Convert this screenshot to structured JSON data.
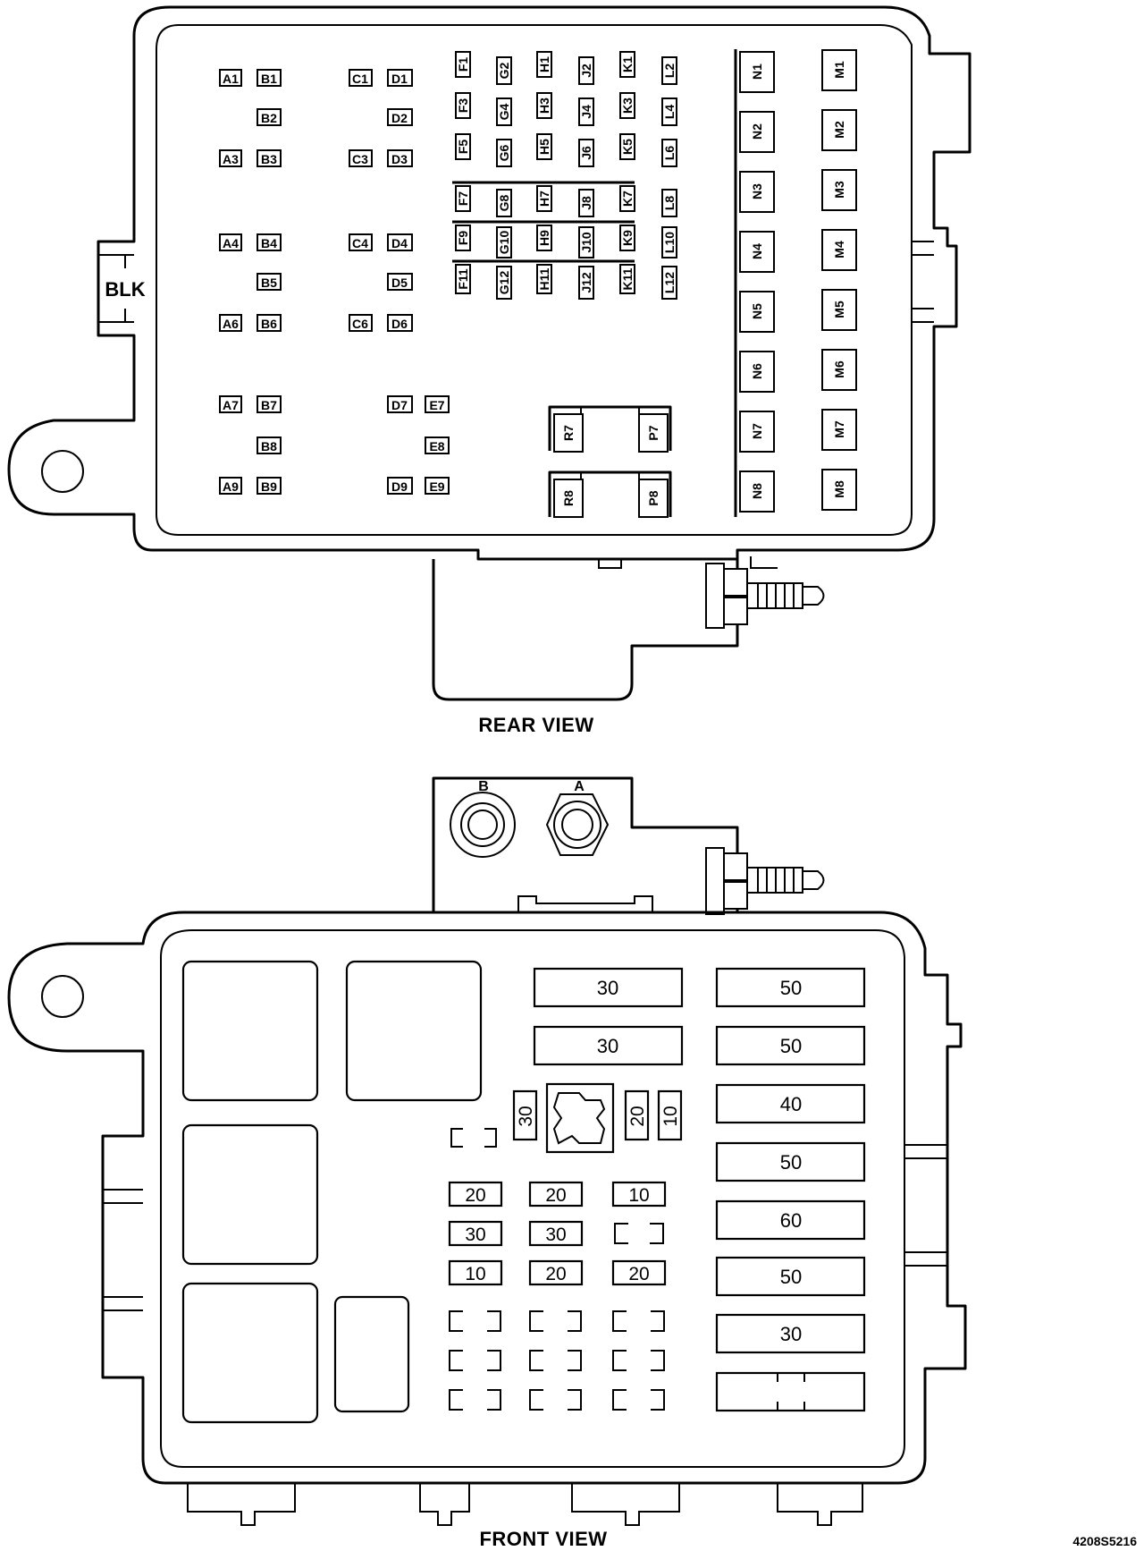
{
  "rear_view": {
    "label": "REAR VIEW",
    "connector_tag": "BLK",
    "cells": [
      "A1",
      "B1",
      "C1",
      "D1",
      "B2",
      "D2",
      "A3",
      "B3",
      "C3",
      "D3",
      "A4",
      "B4",
      "C4",
      "D4",
      "B5",
      "D5",
      "A6",
      "B6",
      "C6",
      "D6",
      "A7",
      "B7",
      "D7",
      "E7",
      "B8",
      "E8",
      "A9",
      "B9",
      "D9",
      "E9"
    ],
    "vertical_cells": [
      "F1",
      "G2",
      "H1",
      "J2",
      "K1",
      "L2",
      "F3",
      "G4",
      "H3",
      "J4",
      "K3",
      "L4",
      "F5",
      "G6",
      "H5",
      "J6",
      "K5",
      "L6",
      "F7",
      "G8",
      "H7",
      "J8",
      "K7",
      "L8",
      "F9",
      "G10",
      "H9",
      "J10",
      "K9",
      "L10",
      "F11",
      "G12",
      "H11",
      "J12",
      "K11",
      "L12"
    ],
    "relay_pins": [
      "R7",
      "P7",
      "R8",
      "P8"
    ],
    "n_column": [
      "N1",
      "N2",
      "N3",
      "N4",
      "N5",
      "N6",
      "N7",
      "N8"
    ],
    "m_column": [
      "M1",
      "M2",
      "M3",
      "M4",
      "M5",
      "M6",
      "M7",
      "M8"
    ]
  },
  "front_view": {
    "label": "FRONT VIEW",
    "stud_labels": [
      "B",
      "A"
    ],
    "maxi_fuses_mid": [
      "30",
      "30"
    ],
    "maxi_fuses_right": [
      "50",
      "50",
      "40",
      "50",
      "60",
      "50",
      "30",
      ""
    ],
    "vertical_fuses": [
      "30",
      "20",
      "10"
    ],
    "mini_fuse_rows": [
      [
        "20",
        "20",
        "10"
      ],
      [
        "30",
        "30",
        ""
      ],
      [
        "10",
        "20",
        "20"
      ]
    ]
  },
  "figure_code": "4208S5216"
}
